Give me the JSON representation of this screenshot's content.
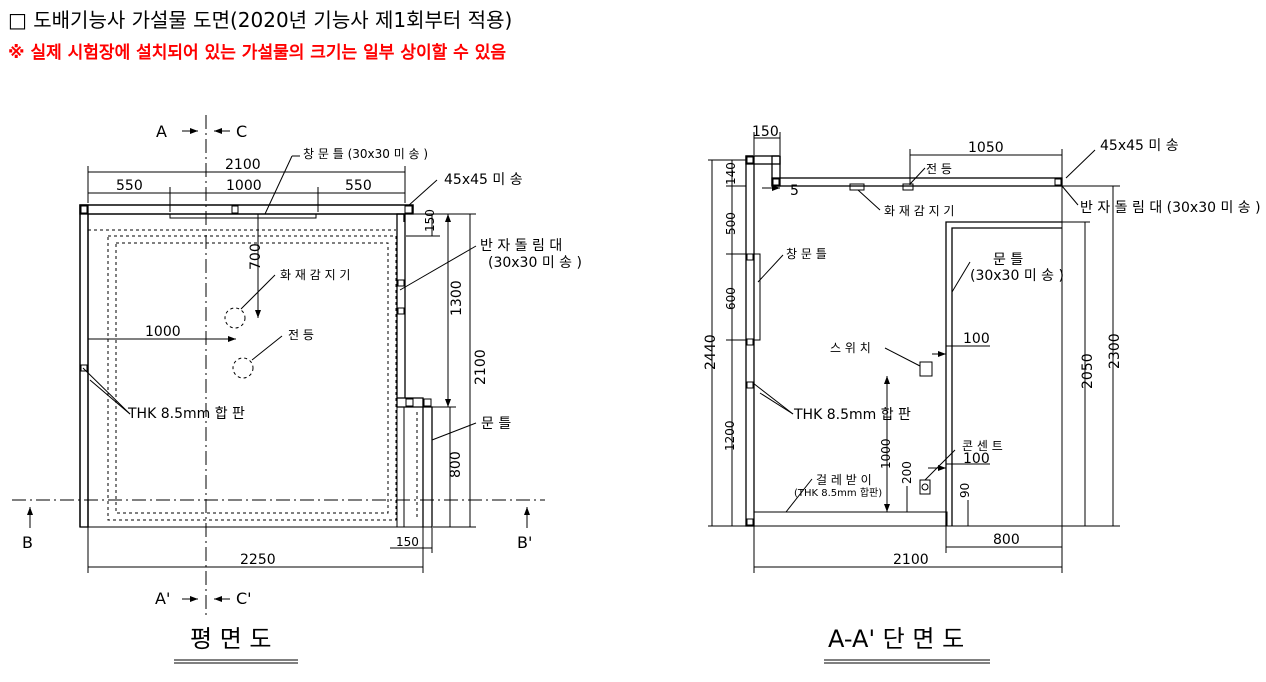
{
  "header": {
    "title": "□ 도배기능사 가설물 도면(2020년 기능사 제1회부터 적용)",
    "notice": "※ 실제 시험장에 설치되어 있는 가설물의 크기는 일부 상이할 수 있음"
  },
  "plan": {
    "caption": "평 면 도",
    "section_a": "A",
    "section_c": "C",
    "section_a2": "A'",
    "section_c2": "C'",
    "section_b": "B",
    "section_b2": "B'",
    "dim_2100": "2100",
    "dim_550_left": "550",
    "dim_1000_top": "1000",
    "dim_550_right": "550",
    "dim_150_top": "150",
    "dim_1300": "1300",
    "dim_2100_v": "2100",
    "dim_800": "800",
    "dim_700": "700",
    "dim_1000_h": "1000",
    "dim_2250": "2250",
    "dim_150_bottom": "150",
    "label_window_frame": "창 문 틀 (30x30 미 송 )",
    "label_45x45": "45x45 미 송",
    "label_molding_1": "반 자 돌 림 대",
    "label_molding_2": "(30x30 미 송 )",
    "label_fire_detector": "화 재 감 지 기",
    "label_light": "전 등",
    "label_thk": "THK 8.5mm 합 판",
    "label_door_frame": "문 틀"
  },
  "section": {
    "caption": "A-A' 단 면 도",
    "dim_150": "150",
    "dim_1050": "1050",
    "label_45x45": "45x45 미 송",
    "label_light": "전 등",
    "dim_5": "5",
    "label_fire_detector": "화 재 감 지 기",
    "label_molding": "반 자 돌 림 대 (30x30 미 송 )",
    "dim_140": "140",
    "dim_500": "500",
    "dim_600": "600",
    "dim_1200": "1200",
    "dim_2440": "2440",
    "label_window_frame": "창 문 틀",
    "label_door_frame_1": "문 틀",
    "label_door_frame_2": "(30x30 미 송 )",
    "label_switch": "스 위 치",
    "dim_100_a": "100",
    "label_thk": "THK 8.5mm 합 판",
    "dim_1000": "1000",
    "label_outlet": "콘 센 트",
    "dim_100_b": "100",
    "dim_200": "200",
    "dim_90": "90",
    "label_baseboard_1": "걸 레 받 이",
    "label_baseboard_2": "(THK 8.5mm 합판)",
    "dim_2050": "2050",
    "dim_2300": "2300",
    "dim_800": "800",
    "dim_2100": "2100"
  }
}
